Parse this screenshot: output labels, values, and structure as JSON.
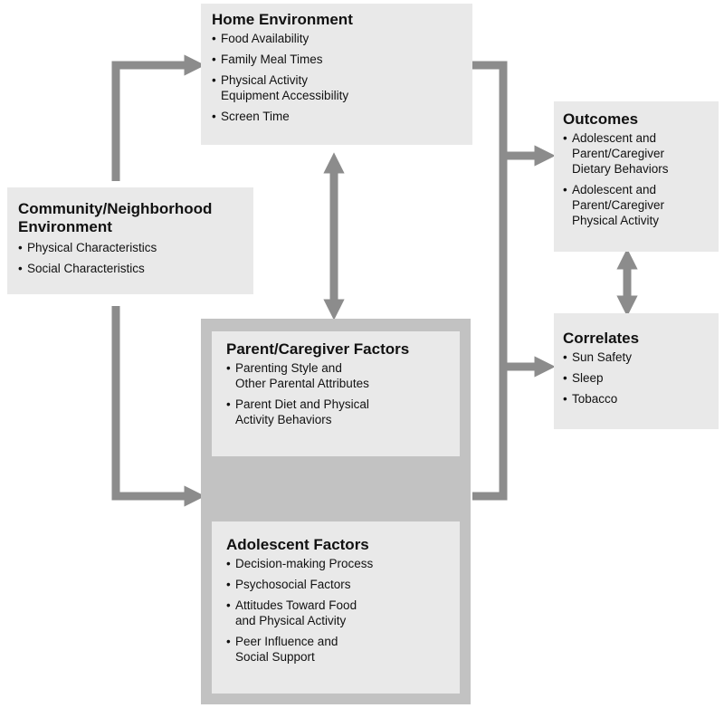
{
  "home": {
    "title": "Home Environment",
    "items": [
      "Food Availability",
      "Family Meal Times",
      "Physical Activity\nEquipment Accessibility",
      "Screen Time"
    ]
  },
  "community": {
    "title": "Community/Neighborhood\nEnvironment",
    "items": [
      "Physical Characteristics",
      "Social Characteristics"
    ]
  },
  "parent": {
    "title": "Parent/Caregiver Factors",
    "items": [
      "Parenting Style and\nOther Parental Attributes",
      "Parent Diet and Physical\nActivity Behaviors"
    ]
  },
  "adolescent": {
    "title": "Adolescent Factors",
    "items": [
      "Decision-making Process",
      "Psychosocial Factors",
      "Attitudes Toward Food\nand Physical Activity",
      "Peer Influence and\nSocial Support"
    ]
  },
  "outcomes": {
    "title": "Outcomes",
    "items": [
      "Adolescent and\nParent/Caregiver\nDietary Behaviors",
      "Adolescent and\nParent/Caregiver\nPhysical Activity"
    ]
  },
  "correlates": {
    "title": "Correlates",
    "items": [
      "Sun Safety",
      "Sleep",
      "Tobacco"
    ]
  },
  "colors": {
    "arrow": "#8c8c8c",
    "box": "#e9e9e9",
    "outer": "#c2c2c2"
  }
}
